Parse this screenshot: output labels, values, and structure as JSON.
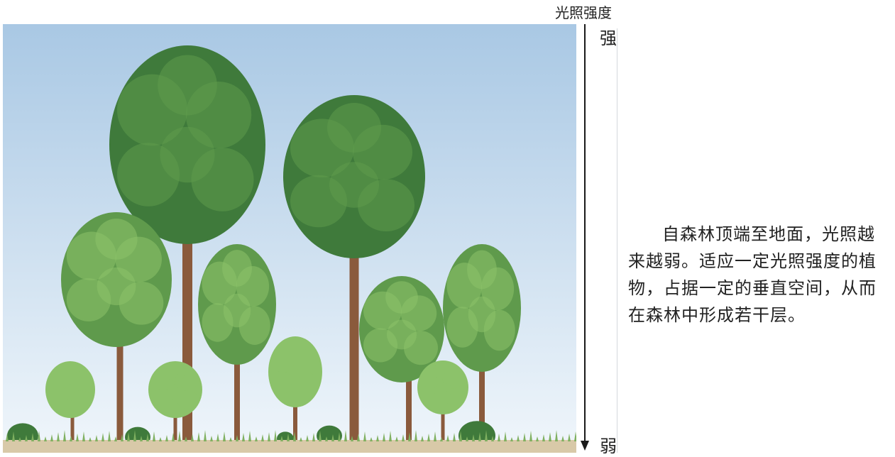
{
  "figure": {
    "image": "forest-vertical-layers-illustration",
    "colors": {
      "sky_top": "#a9c8e4",
      "sky_bottom": "#f0f6fb",
      "canopy_dark": "#3f7a3b",
      "canopy_mid": "#5f9a4c",
      "canopy_light": "#8cc26a",
      "trunk": "#8a5a3c",
      "ground": "#d8c9a8",
      "grass": "#7fb060"
    }
  },
  "axis": {
    "title": "光照强度",
    "top_label": "强",
    "bottom_label": "弱"
  },
  "description": {
    "text": "自森林顶端至地面，光照越来越弱。适应一定光照强度的植物，占据一定的垂直空间，从而在森林中形成若干层。"
  }
}
